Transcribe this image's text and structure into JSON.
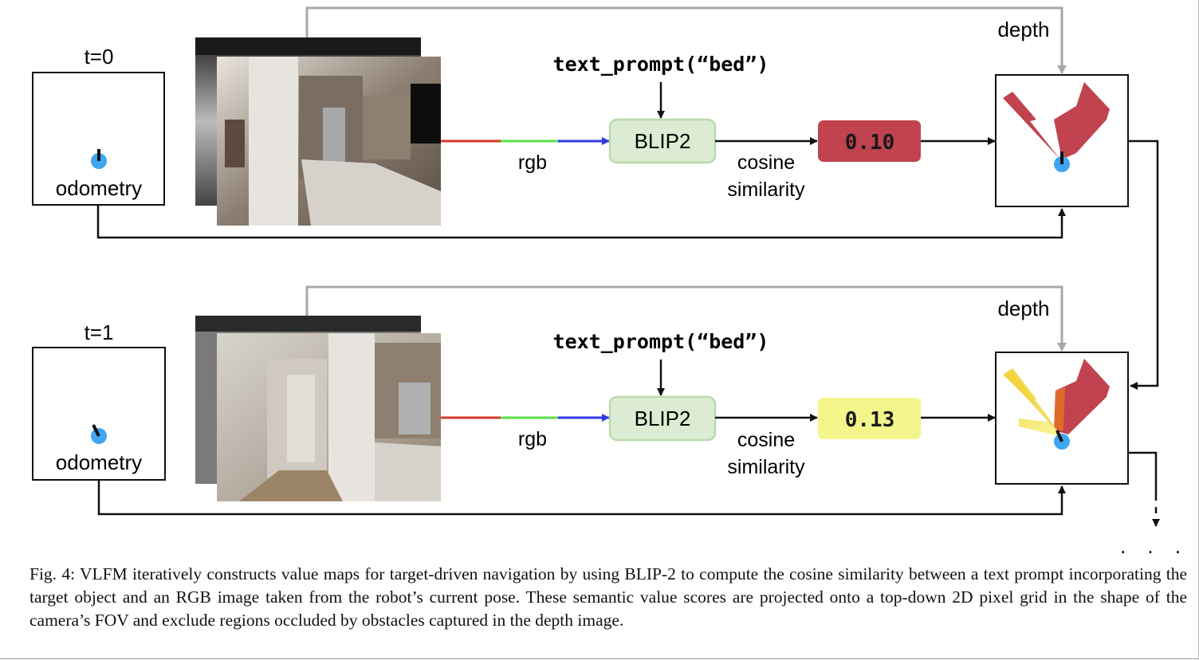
{
  "diagram": {
    "rows": [
      {
        "time_label": "t=0",
        "odometry_label": "odometry",
        "rgb_label": "rgb",
        "prompt": "text_prompt(“bed”)",
        "model": "BLIP2",
        "similarity_label_1": "cosine",
        "similarity_label_2": "similarity",
        "score": "0.10",
        "score_color": "#c0434f",
        "score_text_color": "#1a1a1a",
        "depth_label": "depth"
      },
      {
        "time_label": "t=1",
        "odometry_label": "odometry",
        "rgb_label": "rgb",
        "prompt": "text_prompt(“bed”)",
        "model": "BLIP2",
        "similarity_label_1": "cosine",
        "similarity_label_2": "similarity",
        "score": "0.13",
        "score_color": "#f3f58a",
        "score_text_color": "#1a1a1a",
        "depth_label": "depth"
      }
    ],
    "continuation": ". . ."
  },
  "colors": {
    "robot_dot": "#3ea6f2",
    "blip_fill": "#dcecd2",
    "blip_border": "#b9dbab",
    "value_red": "#c0434f",
    "value_yellow": "#f3f58a",
    "value_orange": "#e06a2a",
    "rgb_red": "#d23a2a",
    "rgb_green": "#5ee04a",
    "rgb_blue": "#2f3ae6"
  },
  "caption": "Fig. 4: VLFM iteratively constructs value maps for target-driven navigation by using BLIP-2 to compute the cosine similarity between a text prompt incorporating the target object and an RGB image taken from the robot’s current pose. These semantic value scores are projected onto a top-down 2D pixel grid in the shape of the camera’s FOV and exclude regions occluded by obstacles captured in the depth image."
}
